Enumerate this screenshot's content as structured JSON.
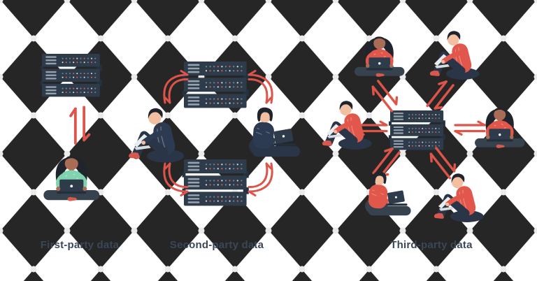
{
  "figure": {
    "type": "illustration",
    "description": "Three data-collection models: people with laptops exchanging data with server racks"
  },
  "panels": [
    {
      "id": "first-party",
      "label": "First-party data",
      "people_count": 1,
      "server_count": 1,
      "arrow_style": "vertical bidirectional arrow between user and server"
    },
    {
      "id": "second-party",
      "label": "Second-party data",
      "people_count": 2,
      "server_count": 2,
      "arrow_style": "four curved bidirectional arrows forming a cycle"
    },
    {
      "id": "third-party",
      "label": "Third-party data",
      "people_count": 6,
      "server_count": 1,
      "arrow_style": "six bidirectional arrows radiating from central server"
    }
  ],
  "icons": {
    "server": "server-rack",
    "user": "person-with-laptop",
    "exchange": "bidirectional-arrow"
  },
  "colors": {
    "accent_red": "#DC544A",
    "shirt_red": "#E2574C",
    "shirt_teal": "#7FD3AE",
    "shirt_navy": "#2C3A52",
    "slate_dark": "#2E3B4A",
    "slate_legs": "#36434F",
    "skin_dark": "#AA6C54",
    "skin_light": "#F2BFA0",
    "hair_dark": "#20242C",
    "label_text": "#3A4757",
    "background": "#FFFFFF",
    "mesh_dot": "#E7E7E7",
    "mesh_line": "#F2F2F2"
  }
}
